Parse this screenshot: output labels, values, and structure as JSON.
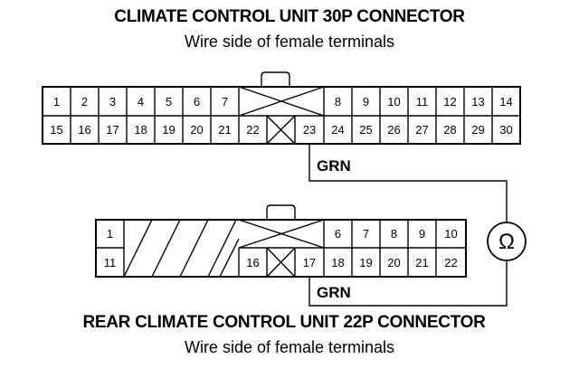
{
  "upper_connector": {
    "title": "CLIMATE CONTROL UNIT 30P CONNECTOR",
    "subtitle": "Wire side of female terminals",
    "row1": [
      "1",
      "2",
      "3",
      "4",
      "5",
      "6",
      "7",
      "",
      "",
      "8",
      "9",
      "10",
      "11",
      "12",
      "13",
      "14"
    ],
    "row2": [
      "15",
      "16",
      "17",
      "18",
      "19",
      "20",
      "21",
      "22",
      "",
      "23",
      "24",
      "25",
      "26",
      "27",
      "28",
      "29",
      "30"
    ]
  },
  "lower_connector": {
    "title": "REAR CLIMATE CONTROL UNIT 22P CONNECTOR",
    "subtitle": "Wire side of female terminals",
    "row1": [
      "1",
      "",
      "",
      "",
      "",
      "",
      "",
      "",
      "6",
      "7",
      "8",
      "9",
      "10"
    ],
    "row2": [
      "11",
      "",
      "",
      "",
      "",
      "16",
      "",
      "17",
      "18",
      "19",
      "20",
      "21",
      "22"
    ]
  },
  "wires": {
    "upper_label": "GRN",
    "lower_label": "GRN"
  },
  "meter": {
    "symbol": "Ω",
    "icon": "ohmmeter-icon"
  }
}
